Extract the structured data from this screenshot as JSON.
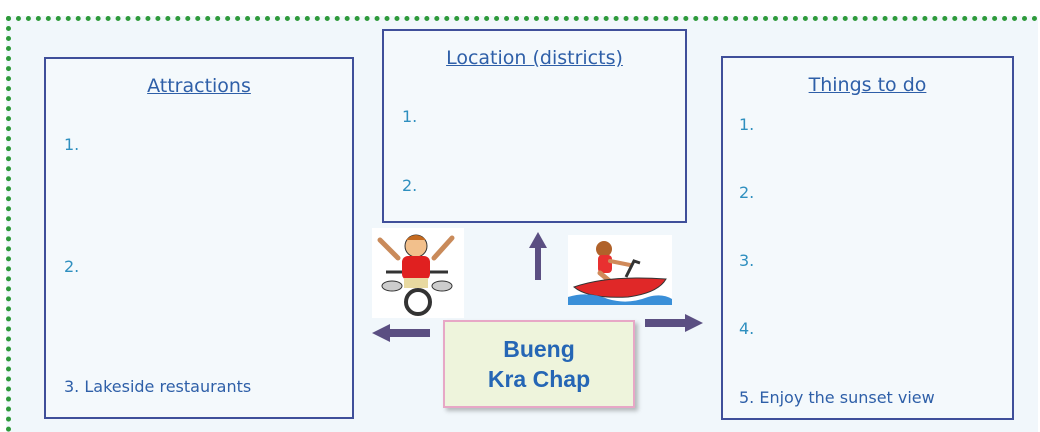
{
  "attractions": {
    "title": "Attractions",
    "items": [
      "1.",
      "2.",
      "3. Lakeside restaurants"
    ]
  },
  "location": {
    "title": "Location (districts)",
    "items": [
      "1.",
      "2."
    ]
  },
  "things": {
    "title": "Things to do",
    "items": [
      "1.",
      "2.",
      "3.",
      "4.",
      "5. Enjoy the sunset view"
    ]
  },
  "center": {
    "line1": "Bueng",
    "line2": "Kra Chap"
  },
  "colors": {
    "border": "#3f4f9a",
    "text": "#2e8fbf",
    "title": "#2e5fa8",
    "dotted_frame": "#2e9a3a",
    "arrow": "#5b4f82"
  },
  "icons": [
    "cyclist-illustration",
    "jet-ski-illustration"
  ]
}
